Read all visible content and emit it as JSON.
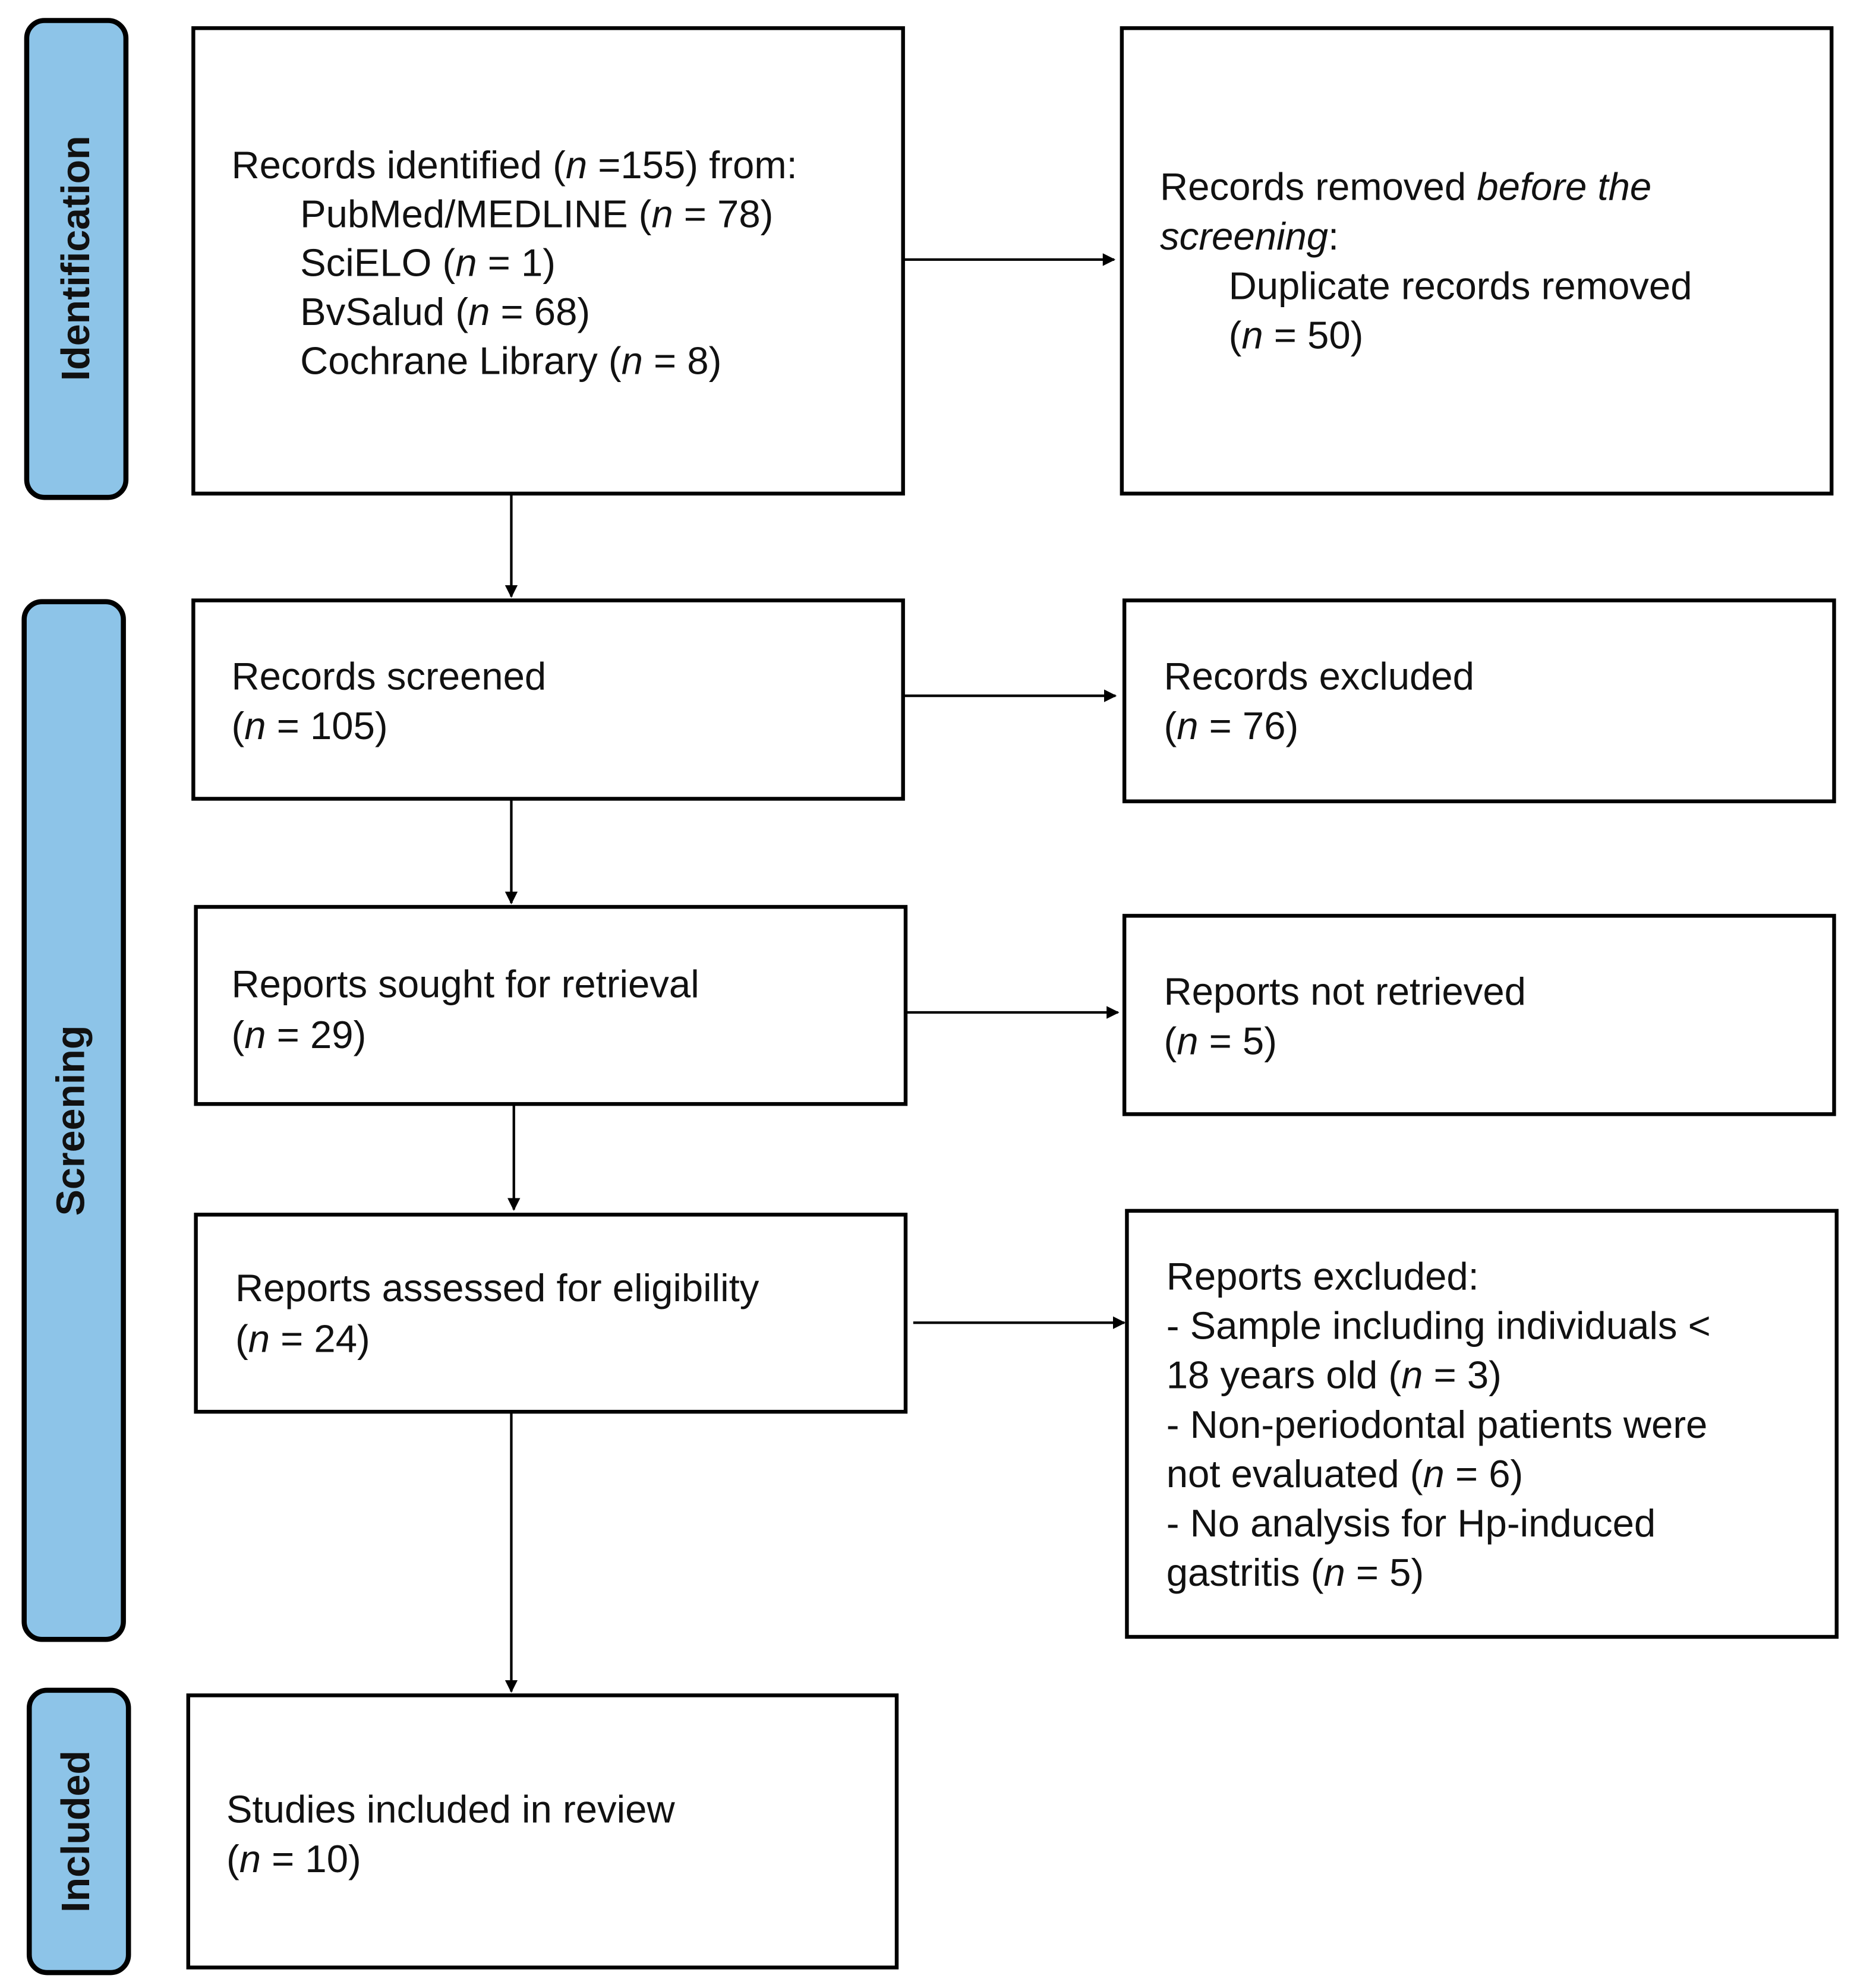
{
  "colors": {
    "stage_fill": "#8DC4E8",
    "stroke": "#000000"
  },
  "stages": {
    "identification": "Identification",
    "screening": "Screening",
    "included": "Included"
  },
  "boxes": {
    "records_identified": [
      [
        {
          "t": "Records identified ("
        },
        {
          "t": "n",
          "i": true
        },
        {
          "t": " =155) from:"
        }
      ],
      [
        {
          "t": "PubMed/MEDLINE ("
        },
        {
          "t": "n",
          "i": true
        },
        {
          "t": " = 78)"
        }
      ],
      [
        {
          "t": "SciELO ("
        },
        {
          "t": "n",
          "i": true
        },
        {
          "t": " = 1)"
        }
      ],
      [
        {
          "t": "BvSalud ("
        },
        {
          "t": "n",
          "i": true
        },
        {
          "t": " = 68)"
        }
      ],
      [
        {
          "t": "Cochrane Library ("
        },
        {
          "t": "n",
          "i": true
        },
        {
          "t": " = 8)"
        }
      ]
    ],
    "records_removed": [
      [
        {
          "t": "Records removed "
        },
        {
          "t": "before the",
          "i": true
        }
      ],
      [
        {
          "t": "screening",
          "i": true
        },
        {
          "t": ":"
        }
      ],
      [
        {
          "t": "Duplicate records removed"
        }
      ],
      [
        {
          "t": "("
        },
        {
          "t": "n",
          "i": true
        },
        {
          "t": " = 50)"
        }
      ]
    ],
    "records_screened": [
      [
        {
          "t": "Records screened"
        }
      ],
      [
        {
          "t": "("
        },
        {
          "t": "n",
          "i": true
        },
        {
          "t": " = 105)"
        }
      ]
    ],
    "records_excluded": [
      [
        {
          "t": "Records excluded"
        }
      ],
      [
        {
          "t": "("
        },
        {
          "t": "n",
          "i": true
        },
        {
          "t": " = 76)"
        }
      ]
    ],
    "reports_sought": [
      [
        {
          "t": "Reports sought for retrieval"
        }
      ],
      [
        {
          "t": "("
        },
        {
          "t": "n",
          "i": true
        },
        {
          "t": " = 29)"
        }
      ]
    ],
    "reports_not_retrieved": [
      [
        {
          "t": "Reports not retrieved"
        }
      ],
      [
        {
          "t": "("
        },
        {
          "t": "n",
          "i": true
        },
        {
          "t": " = 5)"
        }
      ]
    ],
    "reports_assessed": [
      [
        {
          "t": "Reports assessed for eligibility"
        }
      ],
      [
        {
          "t": "("
        },
        {
          "t": "n",
          "i": true
        },
        {
          "t": " = 24)"
        }
      ]
    ],
    "reports_excluded": [
      [
        {
          "t": "Reports excluded:"
        }
      ],
      [
        {
          "t": "- Sample including individuals <"
        }
      ],
      [
        {
          "t": "18 years old ("
        },
        {
          "t": "n",
          "i": true
        },
        {
          "t": " = 3)"
        }
      ],
      [
        {
          "t": "- Non-periodontal patients were"
        }
      ],
      [
        {
          "t": "not evaluated ("
        },
        {
          "t": "n",
          "i": true
        },
        {
          "t": " = 6)"
        }
      ],
      [
        {
          "t": "- No analysis for Hp-induced"
        }
      ],
      [
        {
          "t": "gastritis ("
        },
        {
          "t": "n",
          "i": true
        },
        {
          "t": " = 5)"
        }
      ]
    ],
    "studies_included": [
      [
        {
          "t": "Studies included in review"
        }
      ],
      [
        {
          "t": "("
        },
        {
          "t": "n",
          "i": true
        },
        {
          "t": " = 10)"
        }
      ]
    ]
  }
}
